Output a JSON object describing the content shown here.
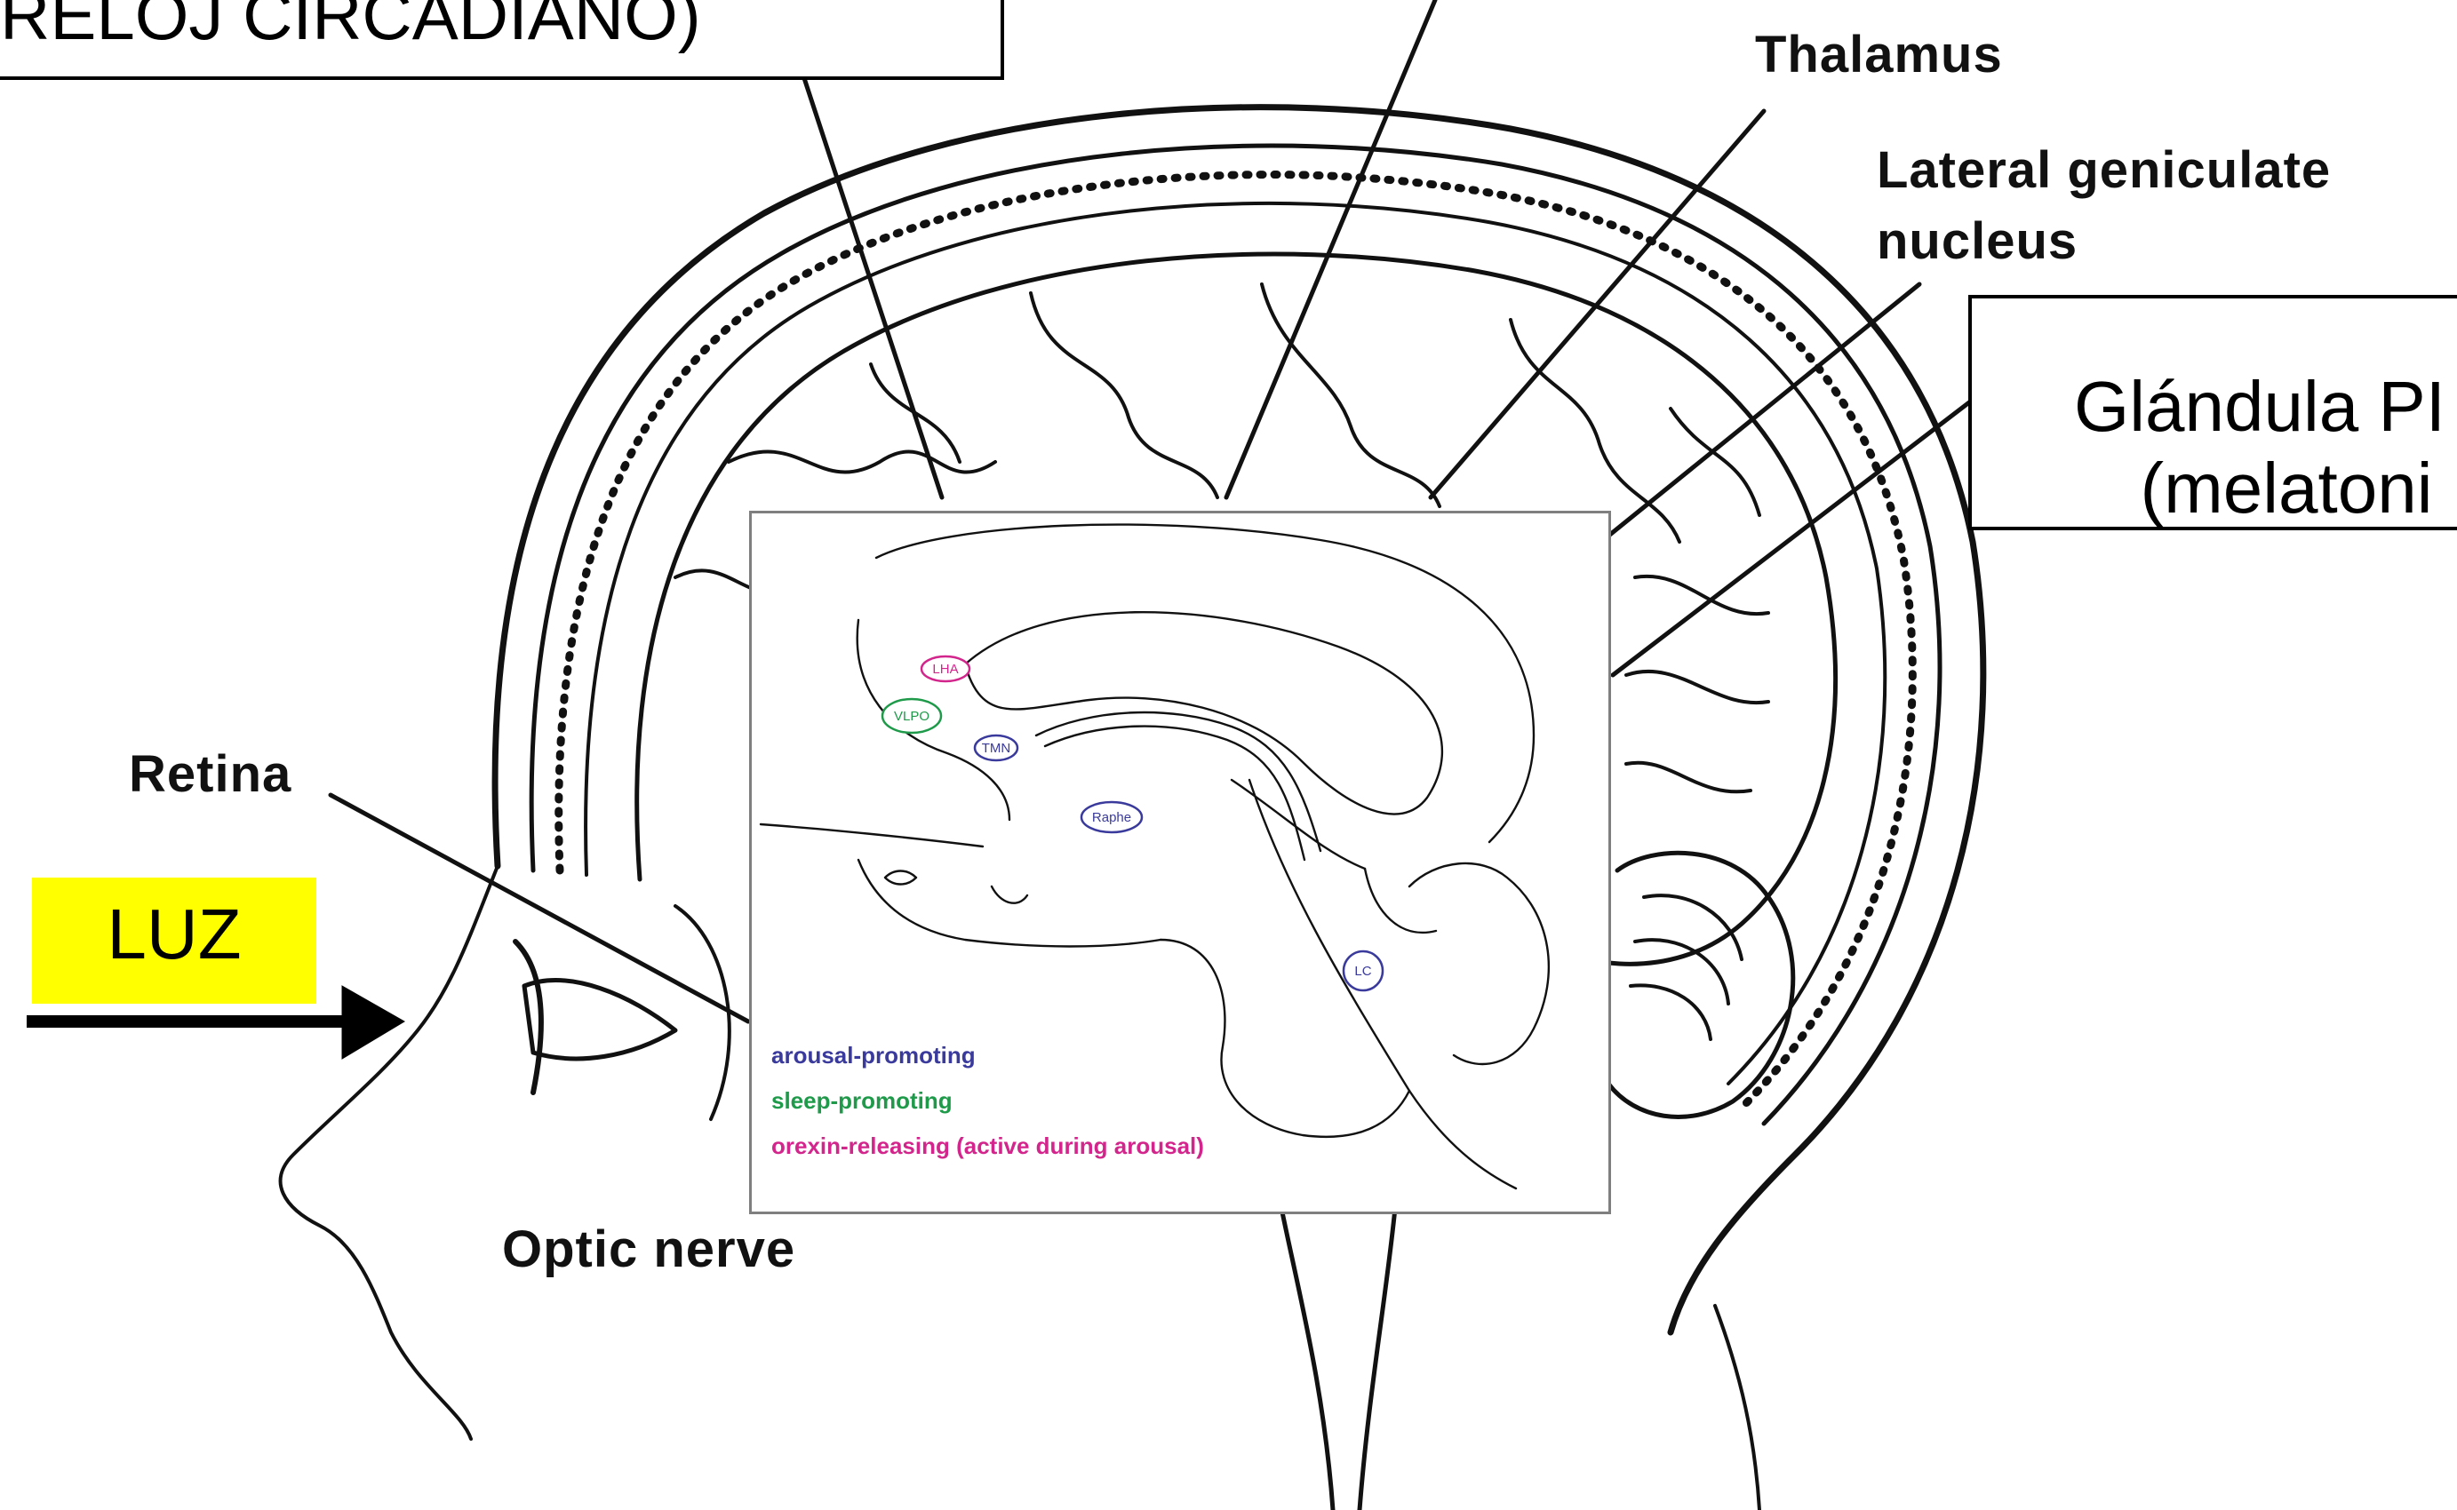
{
  "colors": {
    "luz_highlight": "#ffff00",
    "arousal": "#3a3a9c",
    "sleep": "#1f9a4a",
    "orexin": "#d3268c",
    "inset_border": "#7f7f7f"
  },
  "labels": {
    "top_box": "RELOJ CIRCADIANO)",
    "thalamus": "Thalamus",
    "lgn_line1": "Lateral geniculate",
    "lgn_line2": "nucleus",
    "pineal_line1": "Glándula PI",
    "pineal_line2": "(melatoni",
    "retina": "Retina",
    "luz": "LUZ",
    "optic_nerve": "Optic nerve"
  },
  "inset": {
    "nuclei": {
      "lha": "LHA",
      "vlpo": "VLPO",
      "tmn": "TMN",
      "raphe": "Raphe",
      "lc": "LC"
    },
    "legend": {
      "arousal": "arousal-promoting",
      "sleep": "sleep-promoting",
      "orexin": "orexin-releasing (active during arousal)"
    }
  }
}
